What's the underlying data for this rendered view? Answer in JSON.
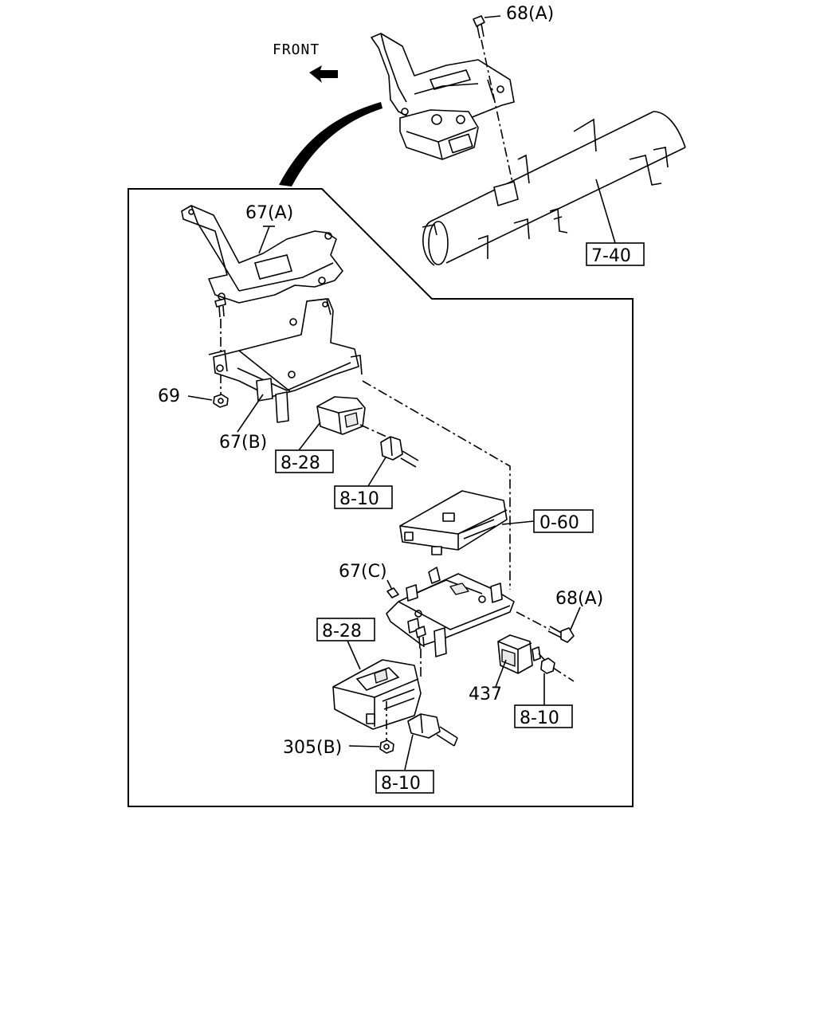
{
  "front_label": "FRONT",
  "labels": {
    "l68a_top": "68(A)",
    "l740": "7-40",
    "l67a": "67(A)",
    "l69": "69",
    "l67b": "67(B)",
    "l828_left": "8-28",
    "l810_left": "8-10",
    "l060": "0-60",
    "l67c": "67(C)",
    "l68a_right": "68(A)",
    "l828_lower": "8-28",
    "l437": "437",
    "l810_right": "8-10",
    "l305b": "305(B)",
    "l810_bottom": "8-10"
  }
}
